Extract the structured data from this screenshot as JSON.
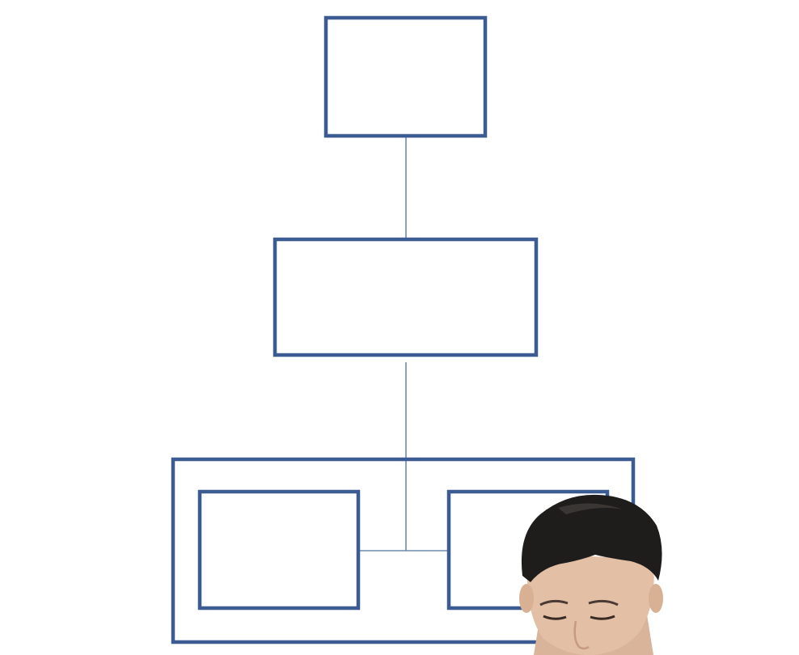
{
  "diagram": {
    "colors": {
      "box_stroke": "#3b5b92",
      "connector_stroke": "#6f8bb0",
      "background": "#ffffff"
    },
    "nodes": [
      {
        "id": "top-box",
        "label": ""
      },
      {
        "id": "middle-box",
        "label": ""
      },
      {
        "id": "group-box",
        "label": ""
      },
      {
        "id": "bottom-left-box",
        "label": ""
      },
      {
        "id": "bottom-right-box",
        "label": ""
      }
    ],
    "edges": [
      {
        "from": "top-box",
        "to": "middle-box"
      },
      {
        "from": "middle-box",
        "to": "group-box"
      },
      {
        "from": "group-box",
        "to": "bottom-left-box"
      },
      {
        "from": "group-box",
        "to": "bottom-right-box"
      }
    ],
    "overlay": {
      "presenter_webcam": "person-head"
    }
  }
}
